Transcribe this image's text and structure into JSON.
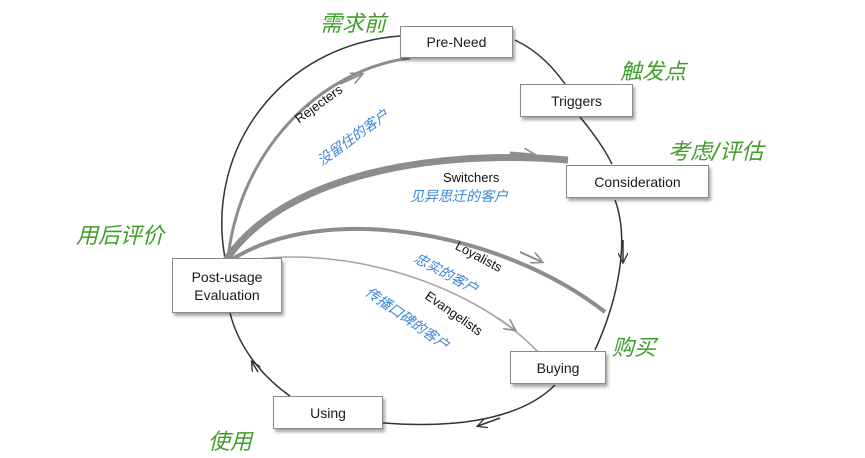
{
  "title": "Customer journey cycle with customer segments",
  "stages": [
    {
      "id": "pre_need",
      "en": "Pre-Need",
      "cn": "需求前"
    },
    {
      "id": "triggers",
      "en": "Triggers",
      "cn": "触发点"
    },
    {
      "id": "consideration",
      "en": "Consideration",
      "cn": "考虑/评估"
    },
    {
      "id": "buying",
      "en": "Buying",
      "cn": "购买"
    },
    {
      "id": "using",
      "en": "Using",
      "cn": "使用"
    },
    {
      "id": "post_usage",
      "en_line1": "Post-usage",
      "en_line2": "Evaluation",
      "cn": "用后评价"
    }
  ],
  "segments": [
    {
      "id": "rejecters",
      "en": "Rejecters",
      "cn": "没留住的客户",
      "returns_to": "Pre-Need"
    },
    {
      "id": "switchers",
      "en": "Switchers",
      "cn": "见异思迁的客户",
      "returns_to": "Consideration"
    },
    {
      "id": "loyalists",
      "en": "Loyalists",
      "cn": "忠实的客户",
      "returns_to": "Buying"
    },
    {
      "id": "evangelists",
      "en": "Evangelists",
      "cn": "传播口碑的客户",
      "returns_to": "Buying"
    }
  ],
  "colors": {
    "stage_cn": "#3f9e2a",
    "segment_cn": "#3d86d6",
    "cycle_line": "#333333",
    "segment_line": "#9a9a9a"
  }
}
